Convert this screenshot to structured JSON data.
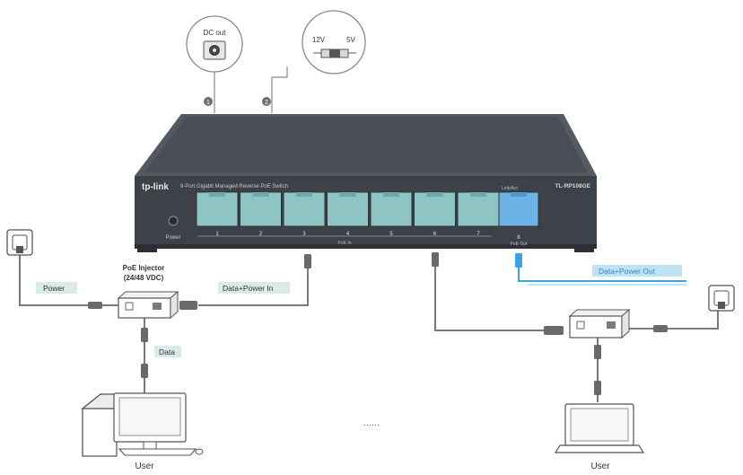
{
  "callouts": {
    "dc_out": "DC out",
    "num_1": "1",
    "num_2": "2",
    "v12": "12V",
    "v5": "5V"
  },
  "switch": {
    "brand": "tp-link",
    "description": "8-Port Gigabit Managed Reverse PoE Switch",
    "model": "TL-RP108GE",
    "power_label": "Power",
    "port_numbers": [
      "1",
      "2",
      "3",
      "4",
      "5",
      "6",
      "7"
    ],
    "port_group_label": "PoE In",
    "port8_number": "8",
    "port8_top_label": "Link/Act",
    "port8_bottom_label": "PoE Out"
  },
  "labels": {
    "power": "Power",
    "injector_title": "PoE Injector",
    "injector_subtitle": "(24/48 VDC)",
    "data_power_in": "Data+Power In",
    "data": "Data",
    "data_power_out": "Data+Power Out",
    "ellipsis": "......",
    "user_left": "User",
    "user_right": "User"
  },
  "colors": {
    "switch_body": "#474b53",
    "port_fill": "#8fc4c4",
    "port8_fill": "#6cb4e6",
    "label_bg": "#d9ebe9",
    "label_blue_bg": "#bfe2f5",
    "label_blue_text": "#2a8ad0",
    "line": "#7a7a7a",
    "blue_line": "#3aa3e6"
  }
}
